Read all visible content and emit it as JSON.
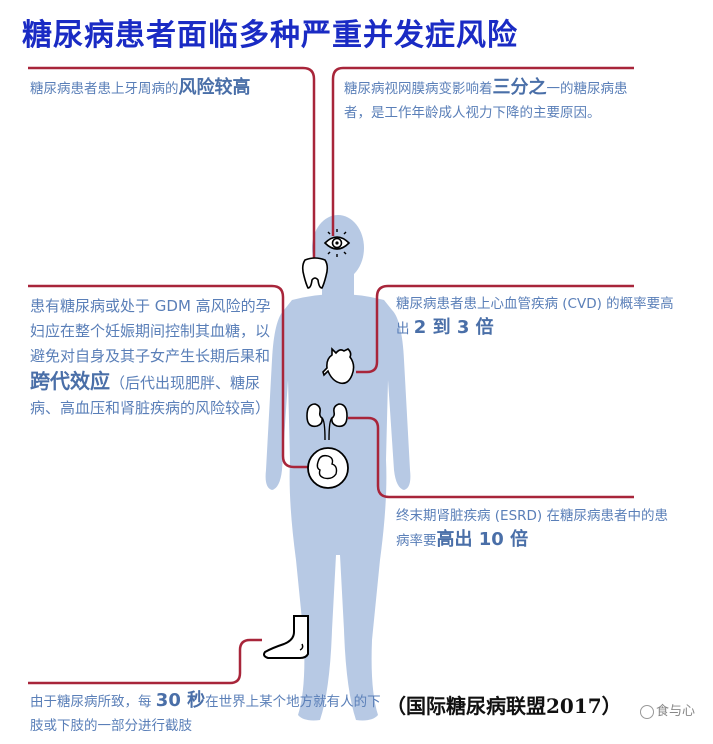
{
  "title": "糖尿病患者面临多种严重并发症风险",
  "colors": {
    "title": "#1a2bc4",
    "text": "#5a7fb8",
    "line": "#a8253a",
    "body": "#b7c9e4"
  },
  "callouts": {
    "periodontal": {
      "text": "糖尿病患者患上牙周病的",
      "highlight": "风险较高",
      "icon": "tooth-icon"
    },
    "retinopathy": {
      "text_before": "糖尿病视网膜病变影响着",
      "highlight": "三分之",
      "text_after": "一的糖尿病患者，是工作年龄成人视力下降的主要原因。",
      "icon": "eye-icon"
    },
    "gdm": {
      "text_before": "患有糖尿病或处于 GDM 高风险的孕妇应在整个妊娠期间控制其血糖，以避免对自身及其子女产生长期后果和",
      "highlight": "跨代效应",
      "text_after": "（后代出现肥胖、糖尿病、高血压和肾脏疾病的风险较高）",
      "icon": "fetus-icon"
    },
    "cvd": {
      "text_before": "糖尿病患者患上心血管疾病 (CVD) 的概率要高出",
      "highlight": "2 到 3 倍",
      "icon": "heart-icon"
    },
    "esrd": {
      "text_before": "终末期肾脏疾病 (ESRD) 在糖尿病患者中的患病率要",
      "highlight": "高出 10 倍",
      "icon": "kidney-icon"
    },
    "amputation": {
      "text_before": "由于糖尿病所致，每",
      "highlight": "30 秒",
      "text_after": "在世界上某个地方就有人的下肢或下肢的一部分进行截肢",
      "icon": "foot-icon"
    }
  },
  "source": "（国际糖尿病联盟2017）",
  "watermark": "食与心"
}
